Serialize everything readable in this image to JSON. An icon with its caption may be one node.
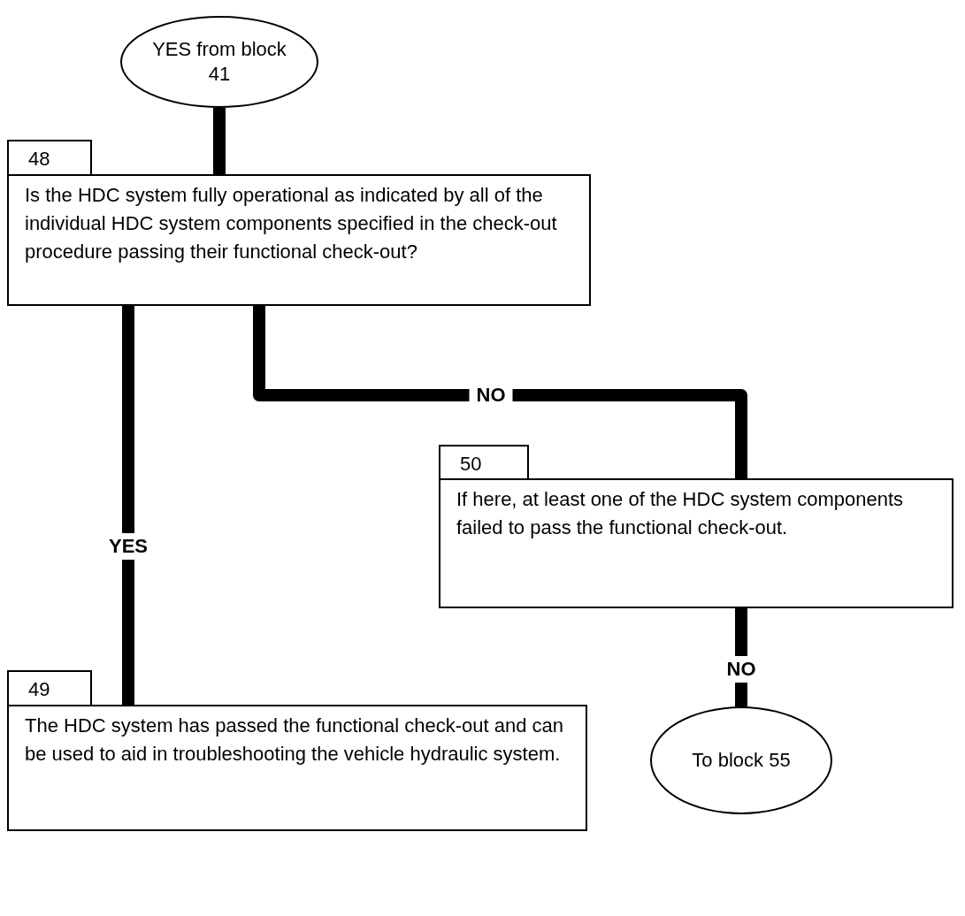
{
  "diagram": {
    "nodes": [
      {
        "text": [
          "YES from block 41"
        ]
      },
      {
        "text": [
          "48",
          "Is the HDC system fully operational as indicated by all of the individual HDC system components specified in the check-out procedure passing their functional check-out?"
        ]
      },
      {
        "text": [
          "50",
          "If here, at least one of the HDC system components failed to pass the functional check-out."
        ]
      },
      {
        "text": [
          "49",
          "The HDC system has passed the functional check-out and can be used to aid in troubleshooting the vehicle hydraulic system."
        ]
      },
      {
        "text": [
          "To block 55"
        ]
      }
    ],
    "edges": [
      {
        "from": 0,
        "to": 1,
        "arrow": "none"
      },
      {
        "from": 1,
        "to": 3,
        "arrow": "none",
        "label": "YES"
      },
      {
        "from": 1,
        "to": 2,
        "arrow": "none",
        "label": "NO"
      },
      {
        "from": 2,
        "to": 4,
        "arrow": "none",
        "label": "NO"
      }
    ]
  }
}
